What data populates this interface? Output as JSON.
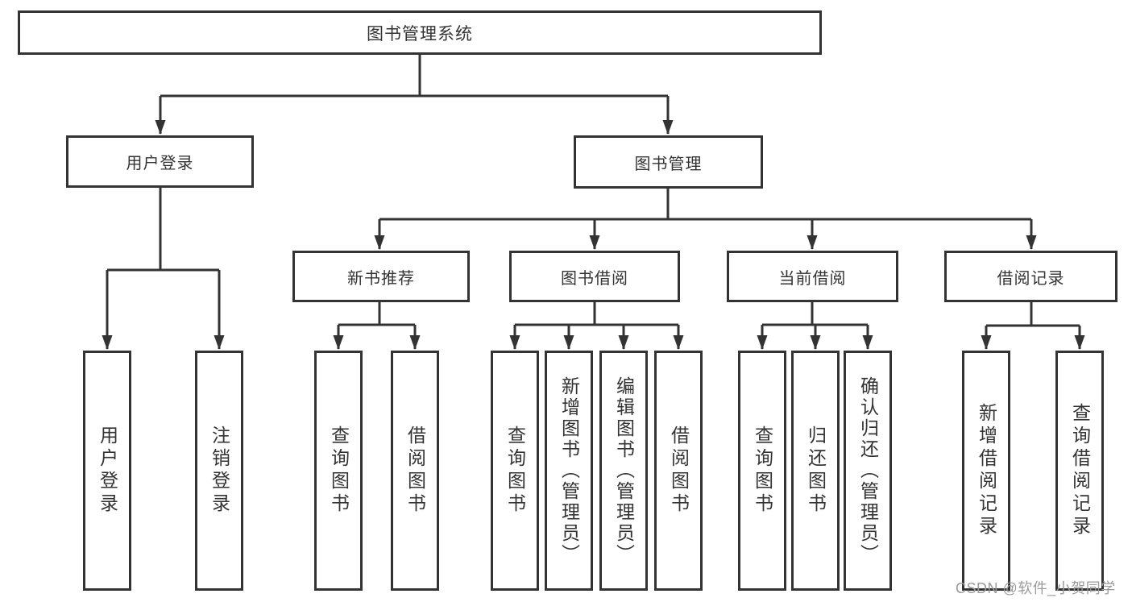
{
  "diagram": {
    "root": {
      "label": "图书管理系统"
    },
    "level2": [
      {
        "label": "用户登录"
      },
      {
        "label": "图书管理"
      }
    ],
    "level3": [
      {
        "label": "新书推荐"
      },
      {
        "label": "图书借阅"
      },
      {
        "label": "当前借阅"
      },
      {
        "label": "借阅记录"
      }
    ],
    "leaves": [
      {
        "label": "用户登录"
      },
      {
        "label": "注销登录"
      },
      {
        "label": "查询图书"
      },
      {
        "label": "借阅图书"
      },
      {
        "label": "查询图书"
      },
      {
        "label": "新增图书（管理员）"
      },
      {
        "label": "编辑图书（管理员）"
      },
      {
        "label": "借阅图书"
      },
      {
        "label": "查询图书"
      },
      {
        "label": "归还图书"
      },
      {
        "label": "确认归还（管理员）"
      },
      {
        "label": "新增借阅记录"
      },
      {
        "label": "查询借阅记录"
      }
    ],
    "watermark": "CSDN @软件_小贺同学",
    "colors": {
      "line": "#333333",
      "text": "#333333",
      "background": "#ffffff",
      "watermark": "#9b9b9b"
    }
  }
}
